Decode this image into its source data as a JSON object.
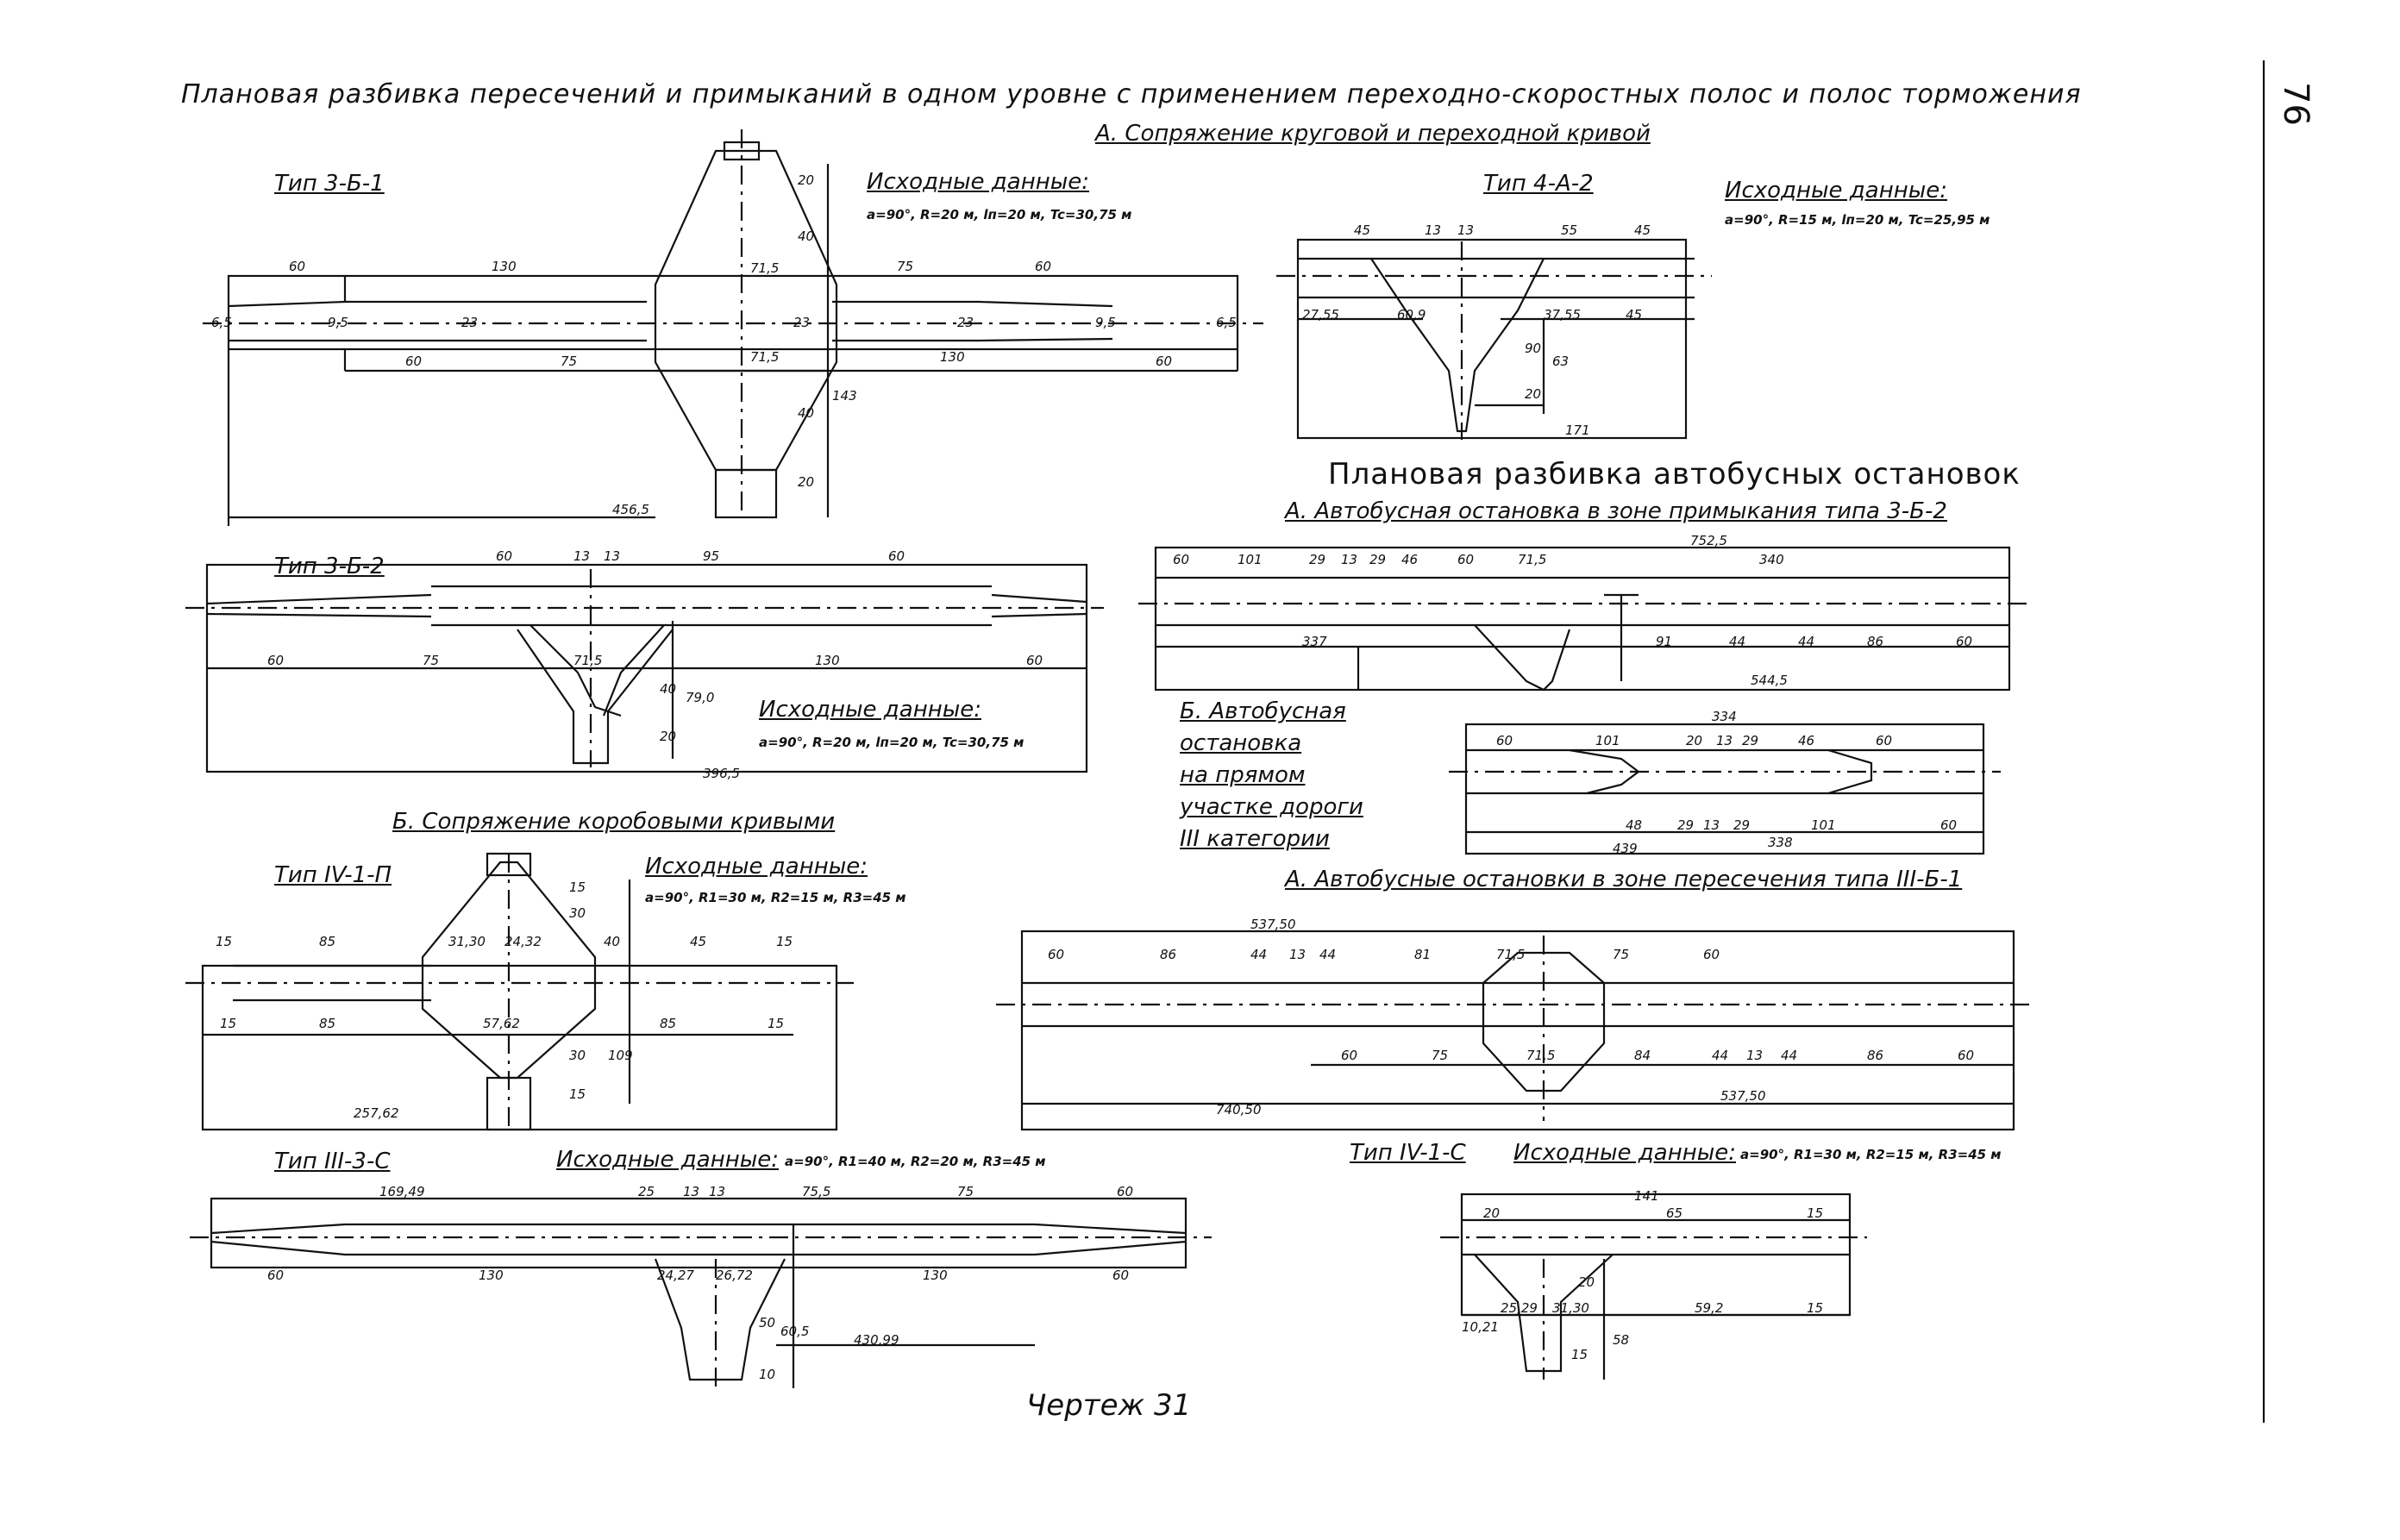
{
  "page_number": "76",
  "main_title": "Плановая разбивка пересечений и примыканий в одном уровне с применением переходно-скоростных полос и полос торможения",
  "section_a_title": "А. Сопряжение круговой и переходной кривой",
  "section_b_title": "Б. Сопряжение коробовыми кривыми",
  "bus_title": "Плановая разбивка автобусных остановок",
  "bus_a_title": "А. Автобусная остановка в зоне примыкания типа 3-Б-2",
  "bus_b_title": [
    "Б. Автобусная",
    "остановка",
    "на прямом",
    "участке дороги",
    "III категории"
  ],
  "bus_c_title": "А. Автобусные остановки в зоне пересечения типа III-Б-1",
  "footer": "Чертеж 31",
  "types": {
    "t1": {
      "name": "Тип 3-Б-1",
      "src_label": "Исходные данные:",
      "src": "a=90°, R=20 м, lп=20 м, Tc=30,75 м"
    },
    "t2": {
      "name": "Тип 4-А-2",
      "src_label": "Исходные данные:",
      "src": "a=90°, R=15 м, lп=20 м, Tc=25,95 м"
    },
    "t3": {
      "name": "Тип 3-Б-2",
      "src_label": "Исходные данные:",
      "src": "a=90°, R=20 м, lп=20 м, Tc=30,75 м"
    },
    "t4": {
      "name": "Тип IV-1-П",
      "src_label": "Исходные данные:",
      "src": "a=90°, R1=30 м, R2=15 м, R3=45 м"
    },
    "t5": {
      "name": "Тип III-3-С",
      "src_label": "Исходные данные:",
      "src": "a=90°, R1=40 м, R2=20 м, R3=45 м"
    },
    "t6": {
      "name": "Тип IV-1-С",
      "src_label": "Исходные данные:",
      "src": "a=90°, R1=30 м, R2=15 м, R3=45 м"
    }
  },
  "dims": {
    "t1": [
      "60",
      "130",
      "75",
      "60",
      "60",
      "75",
      "130",
      "60",
      "71,5",
      "71,5",
      "20",
      "40",
      "40",
      "20",
      "143",
      "456,5",
      "23",
      "23",
      "23",
      "9,5",
      "6,5",
      "6,5",
      "9,5"
    ],
    "t2": [
      "45",
      "13",
      "13",
      "55",
      "45",
      "27,55",
      "60,9",
      "37,55",
      "45",
      "171",
      "90",
      "63",
      "20"
    ],
    "t3": [
      "60",
      "13",
      "13",
      "95",
      "60",
      "60",
      "75",
      "71,5",
      "130",
      "60",
      "40",
      "20",
      "79,0",
      "396,5"
    ],
    "t4": [
      "15",
      "85",
      "31,30",
      "24,32",
      "40",
      "45",
      "15",
      "15",
      "85",
      "57,62",
      "85",
      "15",
      "30",
      "15",
      "30",
      "15",
      "109",
      "257,62"
    ],
    "t5": [
      "169,49",
      "25",
      "13",
      "13",
      "75,5",
      "75",
      "60",
      "60",
      "130",
      "24,27",
      "26,72",
      "130",
      "60",
      "50",
      "60,5",
      "10",
      "430,99"
    ],
    "t6": [
      "20",
      "141",
      "65",
      "15",
      "25,29",
      "31,30",
      "59,2",
      "15",
      "10,21",
      "15",
      "58",
      "20"
    ],
    "bus_a": [
      "752,5",
      "60",
      "101",
      "29",
      "13",
      "29",
      "46",
      "60",
      "71,5",
      "340",
      "337",
      "91",
      "44",
      "44",
      "86",
      "60",
      "544,5"
    ],
    "bus_b": [
      "334",
      "60",
      "101",
      "20",
      "13",
      "29",
      "46",
      "60",
      "48",
      "29",
      "13",
      "29",
      "101",
      "60",
      "338",
      "439"
    ],
    "bus_c": [
      "537,50",
      "60",
      "86",
      "44",
      "13",
      "44",
      "81",
      "71,5",
      "75",
      "60",
      "60",
      "75",
      "71,5",
      "84",
      "44",
      "13",
      "44",
      "86",
      "60",
      "740,50",
      "537,50"
    ]
  }
}
